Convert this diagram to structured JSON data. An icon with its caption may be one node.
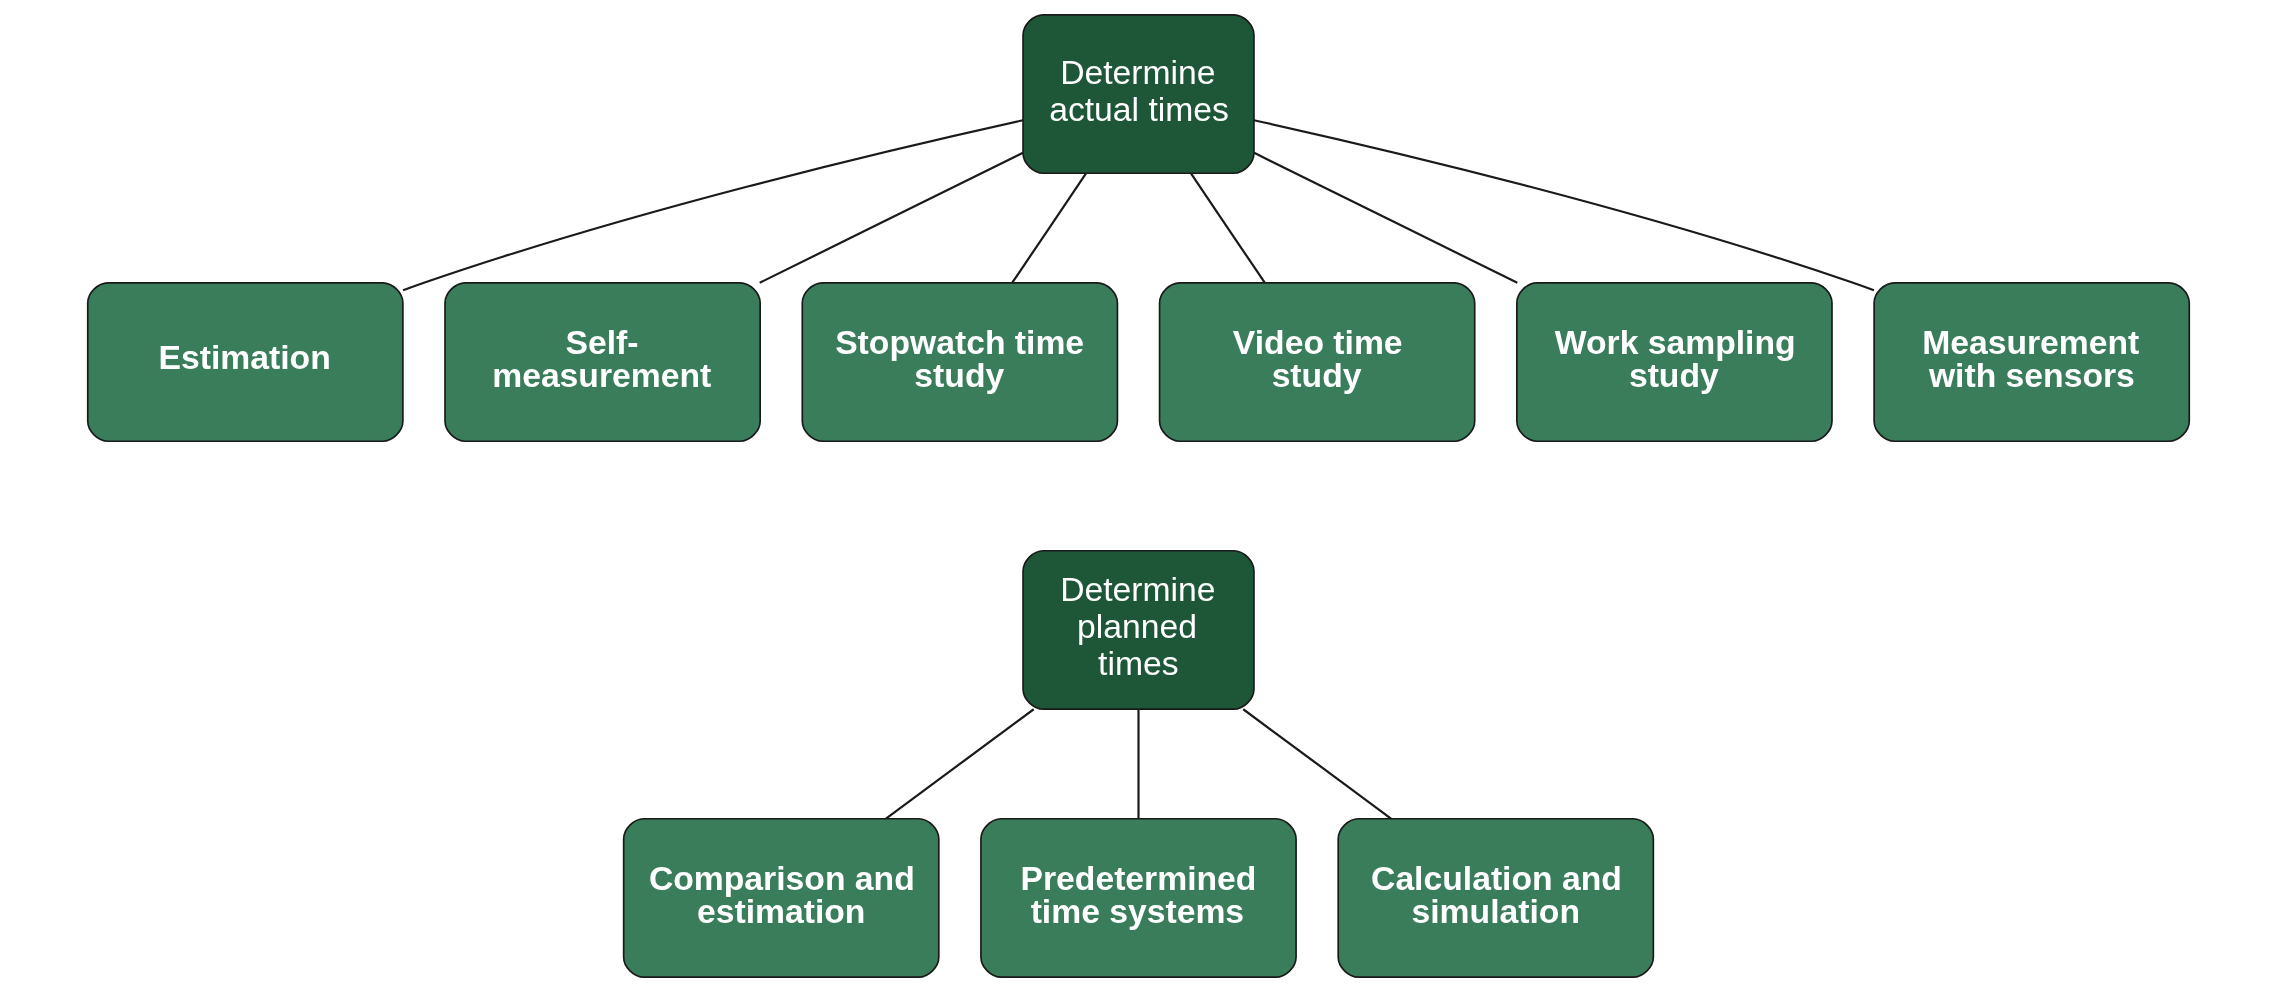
{
  "diagram": {
    "nodes": [
      {
        "text": [
          "Determine actual times"
        ]
      },
      {
        "text": [
          "Estimation"
        ]
      },
      {
        "text": [
          "Self-measurement"
        ]
      },
      {
        "text": [
          "Stopwatch time study"
        ]
      },
      {
        "text": [
          "Video time study"
        ]
      },
      {
        "text": [
          "Work sampling study"
        ]
      },
      {
        "text": [
          "Measurement with sensors"
        ]
      },
      {
        "text": [
          "Determine planned times"
        ]
      },
      {
        "text": [
          "Comparison and estimation"
        ]
      },
      {
        "text": [
          "Predetermined time systems"
        ]
      },
      {
        "text": [
          "Calculation and simulation"
        ]
      }
    ],
    "edges": [
      {
        "from": 0,
        "to": 1,
        "arrow": "none"
      },
      {
        "from": 0,
        "to": 2,
        "arrow": "none"
      },
      {
        "from": 0,
        "to": 3,
        "arrow": "none"
      },
      {
        "from": 0,
        "to": 4,
        "arrow": "none"
      },
      {
        "from": 0,
        "to": 5,
        "arrow": "none"
      },
      {
        "from": 0,
        "to": 6,
        "arrow": "none"
      },
      {
        "from": 7,
        "to": 8,
        "arrow": "none"
      },
      {
        "from": 7,
        "to": 9,
        "arrow": "none"
      },
      {
        "from": 7,
        "to": 10,
        "arrow": "none"
      }
    ]
  }
}
